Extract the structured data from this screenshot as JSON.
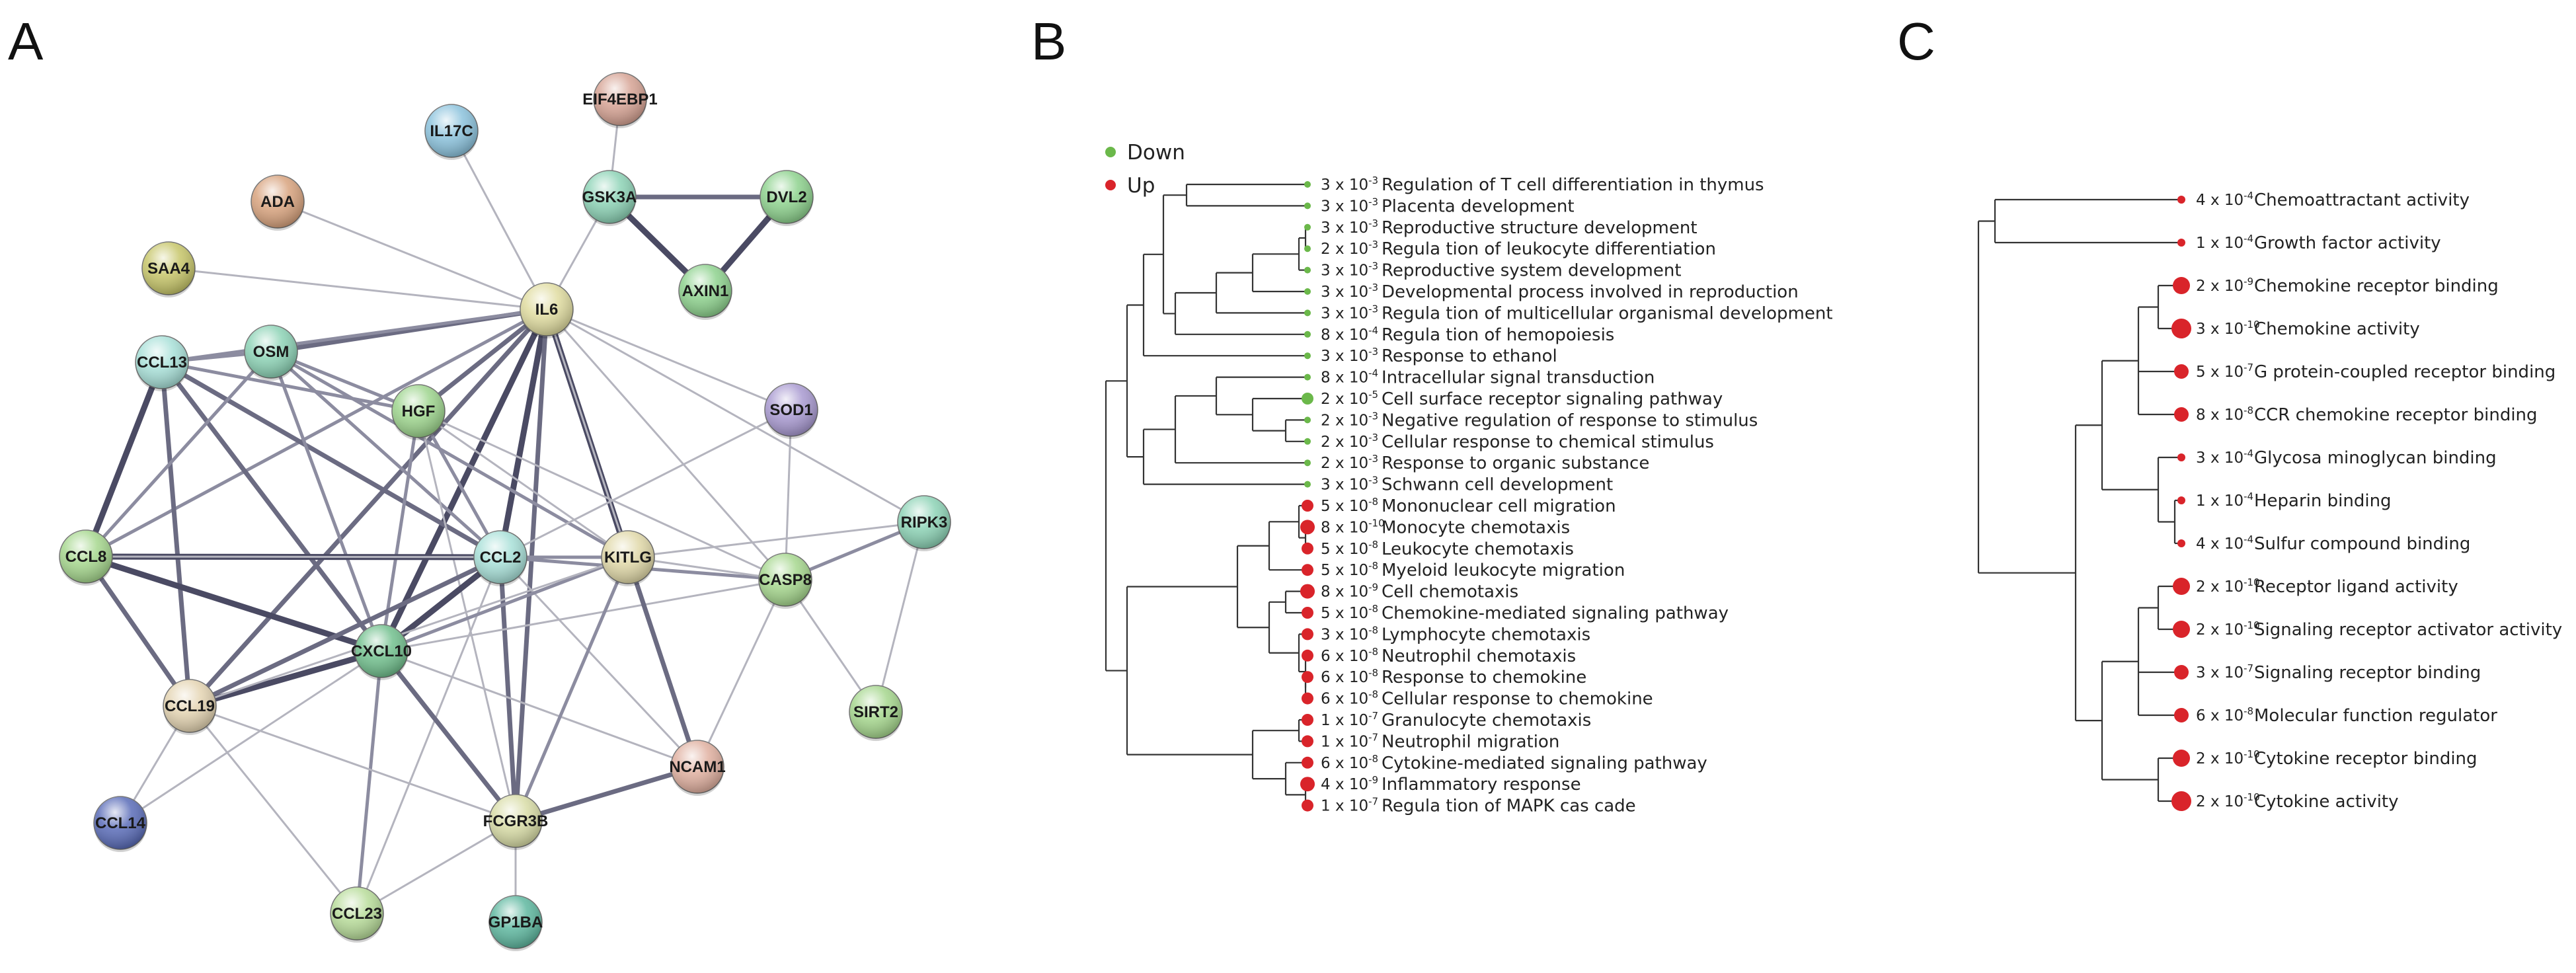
{
  "panels": {
    "a": "A",
    "b": "B",
    "c": "C"
  },
  "colors": {
    "down": "#6bb84a",
    "up": "#d9242a",
    "tree": "#333333"
  },
  "network": {
    "nodes": [
      {
        "id": "EIF4EBP1",
        "label": "EIF4EBP1",
        "color": "#d6a394"
      },
      {
        "id": "IL17C",
        "label": "IL17C",
        "color": "#8cc3dd"
      },
      {
        "id": "ADA",
        "label": "ADA",
        "color": "#d8a37e"
      },
      {
        "id": "GSK3A",
        "label": "GSK3A",
        "color": "#8dd3b6"
      },
      {
        "id": "DVL2",
        "label": "DVL2",
        "color": "#8ed28e"
      },
      {
        "id": "SAA4",
        "label": "SAA4",
        "color": "#c7c66a"
      },
      {
        "id": "AXIN1",
        "label": "AXIN1",
        "color": "#8ed28e"
      },
      {
        "id": "IL6",
        "label": "IL6",
        "color": "#e0dca0"
      },
      {
        "id": "CCL13",
        "label": "CCL13",
        "color": "#a8e0d8"
      },
      {
        "id": "OSM",
        "label": "OSM",
        "color": "#8dd3b6"
      },
      {
        "id": "HGF",
        "label": "HGF",
        "color": "#9ed58e"
      },
      {
        "id": "SOD1",
        "label": "SOD1",
        "color": "#a99ad1"
      },
      {
        "id": "RIPK3",
        "label": "RIPK3",
        "color": "#8dd3b6"
      },
      {
        "id": "CCL8",
        "label": "CCL8",
        "color": "#a6d78e"
      },
      {
        "id": "CCL2",
        "label": "CCL2",
        "color": "#a8e0d8"
      },
      {
        "id": "KITLG",
        "label": "KITLG",
        "color": "#e0d8a8"
      },
      {
        "id": "CASP8",
        "label": "CASP8",
        "color": "#a6d78e"
      },
      {
        "id": "CXCL10",
        "label": "CXCL10",
        "color": "#72c08e"
      },
      {
        "id": "CCL19",
        "label": "CCL19",
        "color": "#e4d4b2"
      },
      {
        "id": "SIRT2",
        "label": "SIRT2",
        "color": "#a6d78e"
      },
      {
        "id": "NCAM1",
        "label": "NCAM1",
        "color": "#e0b0a0"
      },
      {
        "id": "CCL14",
        "label": "CCL14",
        "color": "#5a6cb8"
      },
      {
        "id": "FCGR3B",
        "label": "FCGR3B",
        "color": "#d8dca6"
      },
      {
        "id": "CCL23",
        "label": "CCL23",
        "color": "#b8dc9a"
      },
      {
        "id": "GP1BA",
        "label": "GP1BA",
        "color": "#5fb8a0"
      }
    ],
    "edges": [
      [
        "GSK3A",
        "DVL2",
        3
      ],
      [
        "GSK3A",
        "AXIN1",
        4
      ],
      [
        "DVL2",
        "AXIN1",
        4
      ],
      [
        "EIF4EBP1",
        "GSK3A",
        1
      ],
      [
        "GSK3A",
        "IL6",
        1
      ],
      [
        "IL17C",
        "IL6",
        1
      ],
      [
        "ADA",
        "IL6",
        1
      ],
      [
        "SAA4",
        "IL6",
        1
      ],
      [
        "IL6",
        "OSM",
        3
      ],
      [
        "IL6",
        "HGF",
        3
      ],
      [
        "IL6",
        "CCL13",
        2
      ],
      [
        "IL6",
        "CCL2",
        4
      ],
      [
        "IL6",
        "CXCL10",
        4
      ],
      [
        "IL6",
        "KITLG",
        4
      ],
      [
        "IL6",
        "CASP8",
        1
      ],
      [
        "IL6",
        "SOD1",
        1
      ],
      [
        "IL6",
        "CCL8",
        2
      ],
      [
        "IL6",
        "CCL19",
        3
      ],
      [
        "IL6",
        "FCGR3B",
        3
      ],
      [
        "IL6",
        "NCAM1",
        1
      ],
      [
        "IL6",
        "RIPK3",
        1
      ],
      [
        "CCL13",
        "OSM",
        2
      ],
      [
        "CCL13",
        "CCL8",
        4
      ],
      [
        "CCL13",
        "CCL2",
        3
      ],
      [
        "CCL13",
        "CCL19",
        3
      ],
      [
        "CCL13",
        "CXCL10",
        3
      ],
      [
        "CCL13",
        "HGF",
        2
      ],
      [
        "OSM",
        "CCL2",
        2
      ],
      [
        "OSM",
        "KITLG",
        2
      ],
      [
        "OSM",
        "CXCL10",
        2
      ],
      [
        "OSM",
        "HGF",
        2
      ],
      [
        "HGF",
        "CCL2",
        2
      ],
      [
        "HGF",
        "CXCL10",
        2
      ],
      [
        "HGF",
        "KITLG",
        1
      ],
      [
        "HGF",
        "CASP8",
        1
      ],
      [
        "HGF",
        "FCGR3B",
        1
      ],
      [
        "CCL8",
        "CCL2",
        4
      ],
      [
        "CCL8",
        "CXCL10",
        4
      ],
      [
        "CCL8",
        "CCL19",
        3
      ],
      [
        "CCL8",
        "OSM",
        2
      ],
      [
        "CCL8",
        "KITLG",
        1
      ],
      [
        "CCL2",
        "CXCL10",
        4
      ],
      [
        "CCL2",
        "CCL19",
        3
      ],
      [
        "CCL2",
        "KITLG",
        2
      ],
      [
        "CCL2",
        "FCGR3B",
        3
      ],
      [
        "CCL2",
        "CASP8",
        2
      ],
      [
        "CCL2",
        "NCAM1",
        1
      ],
      [
        "CCL2",
        "CCL23",
        1
      ],
      [
        "CCL2",
        "SOD1",
        1
      ],
      [
        "CXCL10",
        "CCL19",
        4
      ],
      [
        "CXCL10",
        "FCGR3B",
        3
      ],
      [
        "CXCL10",
        "CCL23",
        2
      ],
      [
        "CXCL10",
        "NCAM1",
        1
      ],
      [
        "CXCL10",
        "KITLG",
        2
      ],
      [
        "CXCL10",
        "CASP8",
        1
      ],
      [
        "KITLG",
        "NCAM1",
        3
      ],
      [
        "KITLG",
        "FCGR3B",
        2
      ],
      [
        "KITLG",
        "CASP8",
        1
      ],
      [
        "KITLG",
        "RIPK3",
        1
      ],
      [
        "KITLG",
        "CCL19",
        1
      ],
      [
        "CASP8",
        "RIPK3",
        2
      ],
      [
        "CASP8",
        "SIRT2",
        1
      ],
      [
        "CASP8",
        "SOD1",
        1
      ],
      [
        "CASP8",
        "NCAM1",
        1
      ],
      [
        "RIPK3",
        "SIRT2",
        1
      ],
      [
        "CCL19",
        "CCL14",
        1
      ],
      [
        "CCL19",
        "CCL23",
        1
      ],
      [
        "CCL19",
        "FCGR3B",
        1
      ],
      [
        "CCL14",
        "CXCL10",
        1
      ],
      [
        "FCGR3B",
        "NCAM1",
        3
      ],
      [
        "FCGR3B",
        "GP1BA",
        1
      ],
      [
        "FCGR3B",
        "CCL23",
        1
      ]
    ]
  },
  "panel_b": {
    "legend": [
      {
        "label": "Down",
        "color": "#6bb84a"
      },
      {
        "label": "Up",
        "color": "#d9242a"
      }
    ],
    "terms": [
      {
        "pval": "3 x 10",
        "exp": "-3",
        "term": "Regulation  of  T cell differentiation in thymus",
        "group": "down",
        "size": 1
      },
      {
        "pval": "3 x 10",
        "exp": "-3",
        "term": "Placenta development",
        "group": "down",
        "size": 1
      },
      {
        "pval": "3 x 10",
        "exp": "-3",
        "term": "Reproductive structure development",
        "group": "down",
        "size": 1
      },
      {
        "pval": "2 x 10",
        "exp": "-3",
        "term": "Regula tion of leukocyte differentiation",
        "group": "down",
        "size": 1
      },
      {
        "pval": "3 x 10",
        "exp": "-3",
        "term": "Reproductive system  development",
        "group": "down",
        "size": 1
      },
      {
        "pval": "3 x 10",
        "exp": "-3",
        "term": "Developmental process  involved in reproduction",
        "group": "down",
        "size": 1
      },
      {
        "pval": "3 x 10",
        "exp": "-3",
        "term": "Regula tion of multicellular organismal  development",
        "group": "down",
        "size": 1
      },
      {
        "pval": "8 x 10",
        "exp": "-4",
        "term": "Regula tion of hemopoiesis",
        "group": "down",
        "size": 1
      },
      {
        "pval": "3 x 10",
        "exp": "-3",
        "term": "Response to ethanol",
        "group": "down",
        "size": 1
      },
      {
        "pval": "8 x 10",
        "exp": "-4",
        "term": "Intracellular signal transduction",
        "group": "down",
        "size": 1
      },
      {
        "pval": "2 x 10",
        "exp": "-5",
        "term": "Cell surface receptor signaling pathway",
        "group": "down",
        "size": 2
      },
      {
        "pval": "2 x 10",
        "exp": "-3",
        "term": "Negative regulation of response to stimulus",
        "group": "down",
        "size": 1
      },
      {
        "pval": "2 x 10",
        "exp": "-3",
        "term": "Cellular response to chemical stimulus",
        "group": "down",
        "size": 1
      },
      {
        "pval": "2 x 10",
        "exp": "-3",
        "term": "Response to organic substance",
        "group": "down",
        "size": 1
      },
      {
        "pval": "3 x 10",
        "exp": "-3",
        "term": " Schwann cell development",
        "group": "down",
        "size": 1
      },
      {
        "pval": "5 x 10",
        "exp": "-8",
        "term": "Mononuclear cell migration",
        "group": "up",
        "size": 2
      },
      {
        "pval": "8 x 10",
        "exp": "-10",
        "term": "Monocyte chemotaxis",
        "group": "up",
        "size": 3
      },
      {
        "pval": "5 x 10",
        "exp": "-8",
        "term": "Leukocyte chemotaxis",
        "group": "up",
        "size": 2
      },
      {
        "pval": "5 x 10",
        "exp": "-8",
        "term": "Myeloid leukocyte migration",
        "group": "up",
        "size": 2
      },
      {
        "pval": "8 x 10",
        "exp": "-9",
        "term": "Cell chemotaxis",
        "group": "up",
        "size": 3
      },
      {
        "pval": "5 x 10",
        "exp": "-8",
        "term": "Chemokine-mediated signaling pathway",
        "group": "up",
        "size": 2
      },
      {
        "pval": "3 x 10",
        "exp": "-8",
        "term": "Lymphocyte chemotaxis",
        "group": "up",
        "size": 2
      },
      {
        "pval": "6 x 10",
        "exp": "-8",
        "term": "Neutrophil chemotaxis",
        "group": "up",
        "size": 2
      },
      {
        "pval": "6 x 10",
        "exp": "-8",
        "term": " Response to chemokine",
        "group": "up",
        "size": 2
      },
      {
        "pval": "6 x 10",
        "exp": "-8",
        "term": "Cellular response to chemokine",
        "group": "up",
        "size": 2
      },
      {
        "pval": "1 x 10",
        "exp": "-7",
        "term": "Granulocyte chemotaxis",
        "group": "up",
        "size": 2
      },
      {
        "pval": "1 x 10",
        "exp": "-7",
        "term": "Neutrophil migration",
        "group": "up",
        "size": 2
      },
      {
        "pval": "6 x 10",
        "exp": "-8",
        "term": "Cytokine-mediated signaling pathway",
        "group": "up",
        "size": 2
      },
      {
        "pval": "4 x 10",
        "exp": "-9",
        "term": "Inflammatory response",
        "group": "up",
        "size": 3
      },
      {
        "pval": "1 x 10",
        "exp": "-7",
        "term": "Regula tion of MAPK  cas cade",
        "group": "up",
        "size": 2
      }
    ]
  },
  "panel_c": {
    "terms": [
      {
        "pval": "4 x 10",
        "exp": "-4",
        "term": "Chemoattractant activity",
        "size": 1
      },
      {
        "pval": "1 x 10",
        "exp": "-4",
        "term": "Growth factor  activity",
        "size": 1
      },
      {
        "pval": "2 x 10",
        "exp": "-9",
        "term": "Chemokine  receptor binding",
        "size": 3
      },
      {
        "pval": "3 x 10",
        "exp": "-10",
        "term": "Chemokine activity",
        "size": 4
      },
      {
        "pval": "5 x 10",
        "exp": "-7",
        "term": "G protein-coupled  receptor binding",
        "size": 2
      },
      {
        "pval": "8 x 10",
        "exp": "-8",
        "term": "CCR chemokine  receptor binding",
        "size": 2
      },
      {
        "pval": "3 x 10",
        "exp": "-4",
        "term": "Glycosa minoglycan binding",
        "size": 1
      },
      {
        "pval": "1 x 10",
        "exp": "-4",
        "term": "Heparin binding",
        "size": 1
      },
      {
        "pval": "4 x 10",
        "exp": "-4",
        "term": "Sulfur compound binding",
        "size": 1
      },
      {
        "pval": "2 x 10",
        "exp": "-10",
        "term": "Receptor ligand activity",
        "size": 3
      },
      {
        "pval": "2 x 10",
        "exp": "-10",
        "term": "Signaling receptor activator activity",
        "size": 3
      },
      {
        "pval": "3 x 10",
        "exp": "-7",
        "term": "Signaling receptor binding",
        "size": 2
      },
      {
        "pval": "6 x 10",
        "exp": "-8",
        "term": "Molecular function regulator",
        "size": 2
      },
      {
        "pval": "2 x 10",
        "exp": "-10",
        "term": "Cytokine receptor binding",
        "size": 3
      },
      {
        "pval": "2 x 10",
        "exp": "-10",
        "term": "Cytokine activity",
        "size": 4
      }
    ]
  }
}
